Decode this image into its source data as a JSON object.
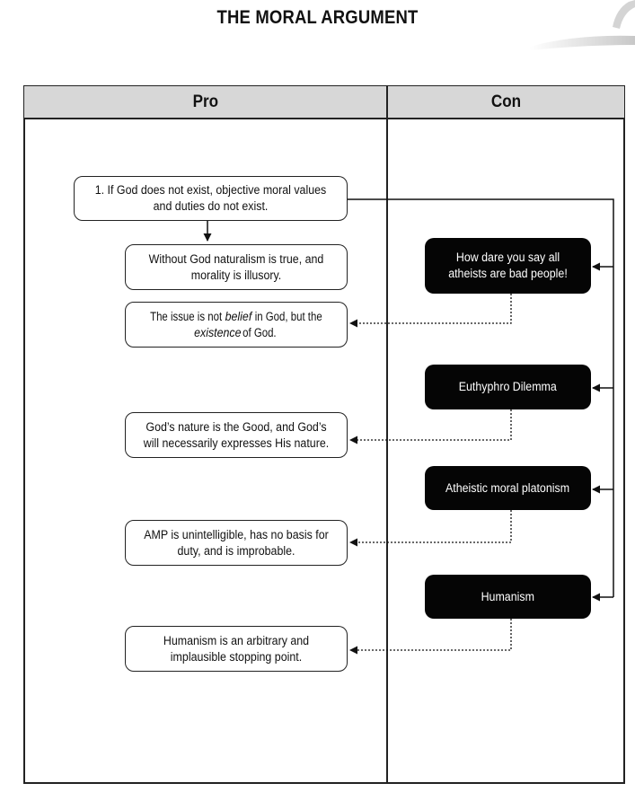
{
  "title": "THE MORAL ARGUMENT",
  "columns": {
    "pro": "Pro",
    "con": "Con"
  },
  "pro_boxes": {
    "premise_1": "1. If God does not exist, objective moral values and duties do not exist.",
    "naturalism": "Without God naturalism is true, and morality is illusory.",
    "issue_a": "The issue is not ",
    "issue_b": "belief",
    "issue_c": " in God, but the ",
    "issue_d": "existence",
    "issue_e": " of God.",
    "gods_nature": "God’s nature is the Good, and God’s will necessarily expresses His nature.",
    "amp_reply": "AMP is unintelligible, has no basis for duty, and is improbable.",
    "humanism_reply": "Humanism is an arbitrary and implausible stopping point."
  },
  "con_boxes": {
    "how_dare": "How dare you say all atheists are bad people!",
    "euthyphro": "Euthyphro Dilemma",
    "platonism": "Atheistic moral platonism",
    "humanism": "Humanism"
  }
}
